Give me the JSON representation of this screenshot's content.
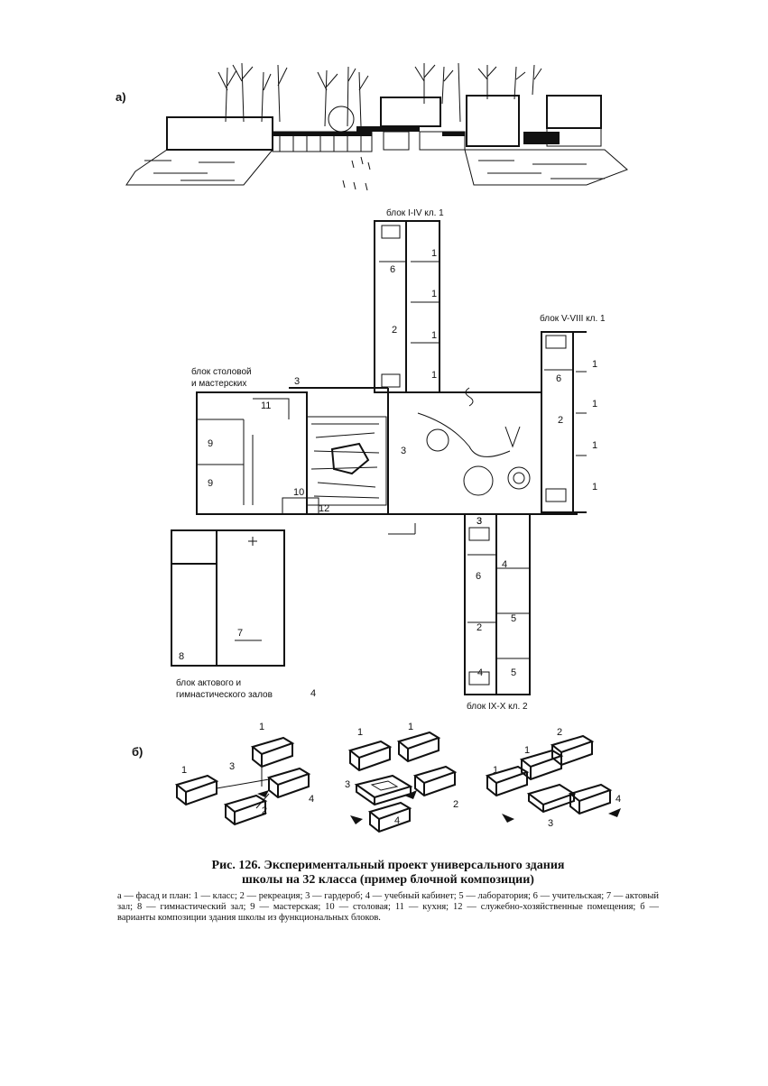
{
  "figure": {
    "part_a": "а)",
    "part_b": "б)",
    "blocks": {
      "primary": "блок I-IV кл. 1",
      "middle": "блок V-VIII кл. 1",
      "senior": "блок IX-X кл. 2",
      "canteen_line1": "блок столовой",
      "canteen_line2": "и мастерских",
      "canteen_num": "3",
      "hall_line1": "блок актового и",
      "hall_line2": "гимнастического залов",
      "hall_num": "4"
    },
    "plan_numbers": {
      "primary": [
        "6",
        "1",
        "1",
        "1",
        "1",
        "2"
      ],
      "middle": [
        "6",
        "1",
        "1",
        "1",
        "1",
        "2"
      ],
      "canteen": [
        "11",
        "9",
        "9",
        "10",
        "12"
      ],
      "center": [
        "3",
        "3"
      ],
      "hall": [
        "7",
        "8"
      ],
      "senior": [
        "3",
        "6",
        "4",
        "2",
        "5",
        "4",
        "5"
      ]
    },
    "variant_numbers": {
      "v1": [
        "1",
        "1",
        "3",
        "4",
        "2"
      ],
      "v2": [
        "1",
        "1",
        "3",
        "2",
        "4"
      ],
      "v3": [
        "1",
        "2",
        "1",
        "3",
        "4"
      ]
    }
  },
  "caption": {
    "title_line1": "Рис. 126. Экспериментальный проект универсального здания",
    "title_line2": "школы на 32 класса (пример блочной композиции)",
    "legend": "а — фасад и план: 1 — класс; 2 — рекреация; 3 — гардероб; 4 — учебный кабинет; 5 — лаборатория; 6 — учительская; 7 — актовый зал; 8 — гимнастический зал; 9 — мастерская; 10 — столовая; 11 — кухня; 12 — служебно-хозяйственные помещения; б — варианты композиции здания школы из функциональных блоков."
  }
}
